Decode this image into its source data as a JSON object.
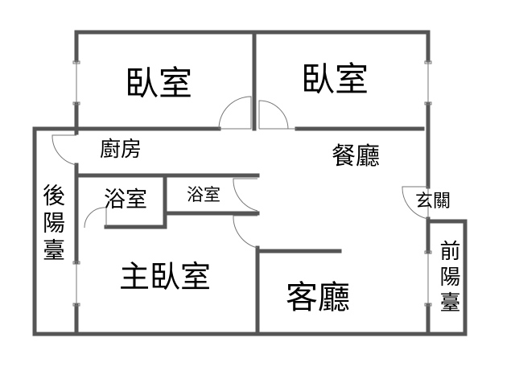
{
  "rooms": {
    "bedroom_1": "臥室",
    "bedroom_2": "臥室",
    "kitchen": "廚房",
    "dining": "餐廳",
    "bathroom_1": "浴室",
    "bathroom_2": "浴室",
    "entrance": "玄關",
    "rear_balcony": "後陽臺",
    "master_bedroom": "主臥室",
    "living_room": "客廳",
    "front_balcony": "前陽臺"
  },
  "colors": {
    "wall": "#555555",
    "line": "#777777"
  }
}
